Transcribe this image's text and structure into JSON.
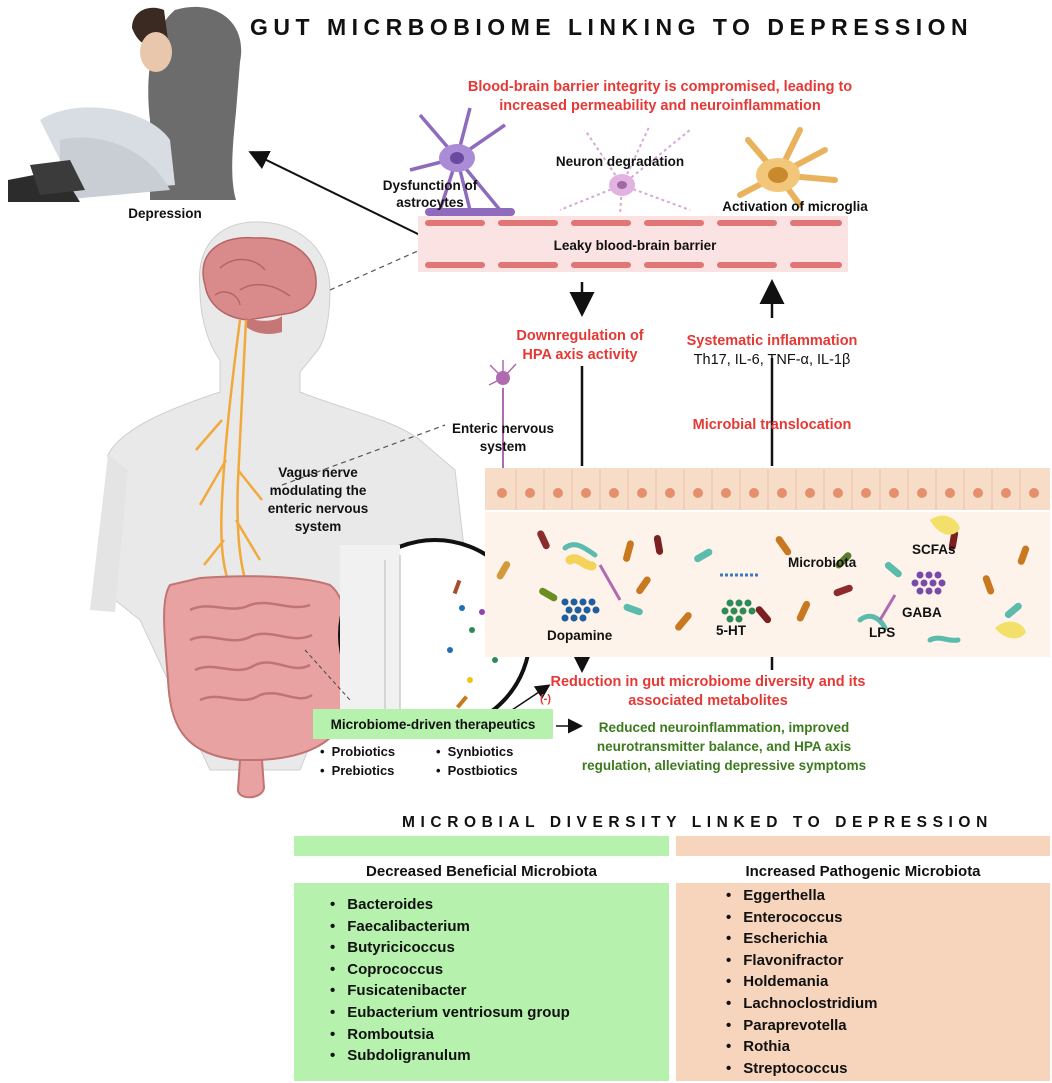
{
  "title": "GUT MICRBOBIOME LINKING TO DEPRESSION",
  "depression_label": "Depression",
  "bbb_compromised": "Blood-brain barrier integrity is compromised, leading to increased permeability and neuroinflammation",
  "neuron_degradation": "Neuron degradation",
  "dysfunction_astrocytes": "Dysfunction of astrocytes",
  "activation_microglia": "Activation of microglia",
  "leaky_bbb": "Leaky blood-brain barrier",
  "downregulation_hpa": "Downregulation of HPA axis activity",
  "systematic_inflammation": "Systematic inflammation",
  "cytokines": "Th17, IL-6, TNF-α, IL-1β",
  "enteric_nervous_system": "Enteric nervous system",
  "microbial_translocation": "Microbial translocation",
  "vagus_nerve": "Vagus nerve modulating the enteric nervous system",
  "metabolites": {
    "microbiota": "Microbiota",
    "scfas": "SCFAs",
    "gaba": "GABA",
    "lps": "LPS",
    "serotonin": "5-HT",
    "dopamine": "Dopamine"
  },
  "reduction_diversity": "Reduction in gut microbiome diversity and its associated metabolites",
  "minus_sign": "(-)",
  "therapeutics": {
    "title": "Microbiome-driven therapeutics",
    "left": [
      "Probiotics",
      "Prebiotics"
    ],
    "right": [
      "Synbiotics",
      "Postbiotics"
    ]
  },
  "outcome": "Reduced neuroinflammation, improved neurotransmitter balance, and HPA axis regulation, alleviating depressive symptoms",
  "microbial_diversity": {
    "title": "MICROBIAL DIVERSITY LINKED TO DEPRESSION",
    "decreased": {
      "heading": "Decreased Beneficial Microbiota",
      "items": [
        "Bacteroides",
        "Faecalibacterium",
        "Butyricicoccus",
        "Coprococcus",
        "Fusicatenibacter",
        "Eubacterium ventriosum group",
        "Romboutsia",
        "Subdoligranulum"
      ]
    },
    "increased": {
      "heading": "Increased Pathogenic Microbiota",
      "items": [
        "Eggerthella",
        "Enterococcus",
        "Escherichia",
        "Flavonifractor",
        "Holdemania",
        "Lachnoclostridium",
        "Paraprevotella",
        "Rothia",
        "Streptococcus"
      ]
    }
  },
  "colors": {
    "red_text": "#e53935",
    "green_text": "#3d7a1e",
    "green_fill": "#b6f2ad",
    "orange_fill": "#f7d4bc"
  }
}
